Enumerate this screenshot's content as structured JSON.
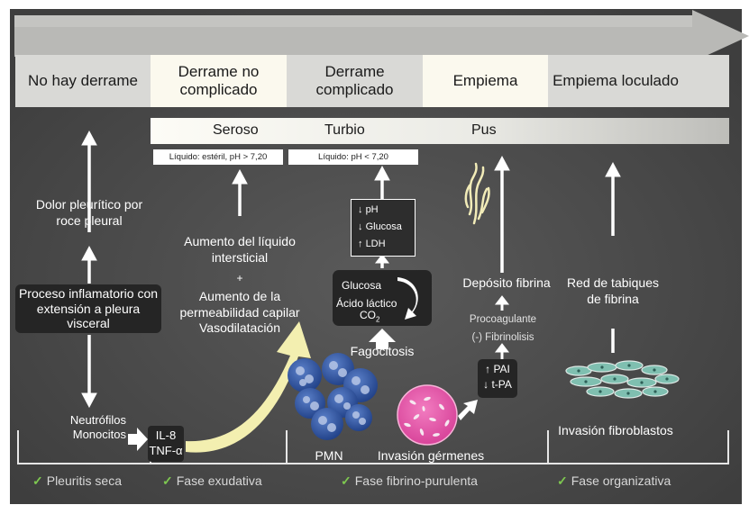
{
  "stages": [
    {
      "label": "No hay derrame"
    },
    {
      "label": "Derrame no complicado"
    },
    {
      "label": "Derrame complicado"
    },
    {
      "label": "Empiema"
    },
    {
      "label": "Empiema loculado"
    }
  ],
  "fluid_types": [
    "Seroso",
    "Turbio",
    "Pus"
  ],
  "fluid_notes": [
    "Líquido: estéril, pH > 7,20",
    "Líquido: pH < 7,20"
  ],
  "col1": {
    "dolor": "Dolor pleurítico por roce pleural",
    "proceso": "Proceso inflamatorio con extensión a pleura visceral",
    "neutrofilos": "Neutrófilos Monocitos"
  },
  "col2": {
    "aumento_liquido": "Aumento del líquido intersticial",
    "plus": "+",
    "aumento_perm": "Aumento de la permeabilidad capilar Vasodilatación",
    "cytokines": [
      "IL-8",
      "TNF-α"
    ]
  },
  "col3": {
    "markers": [
      {
        "arrow": "↓",
        "text": "pH"
      },
      {
        "arrow": "↓",
        "text": "Glucosa"
      },
      {
        "arrow": "↑",
        "text": "LDH"
      }
    ],
    "metab_glucosa": "Glucosa",
    "metab_acido": "Ácido láctico",
    "metab_co2_base": "CO",
    "metab_co2_sub": "2",
    "fagocitosis": "Fagocitosis",
    "pmn": "PMN",
    "invasion_germenes": "Invasión gérmenes"
  },
  "col4": {
    "deposito": "Depósito fibrina",
    "procoagulante": "Procoagulante",
    "fibrinolisis": "(-) Fibrinolisis",
    "pai": [
      {
        "arrow": "↑",
        "text": "PAI"
      },
      {
        "arrow": "↓",
        "text": "t-PA"
      }
    ]
  },
  "col5": {
    "red": "Red de tabiques de fibrina",
    "invasion_fibro": "Invasión fibroblastos"
  },
  "phases": [
    {
      "check": "✓",
      "label": "Pleuritis seca"
    },
    {
      "check": "✓",
      "label": "Fase exudativa"
    },
    {
      "check": "✓",
      "label": "Fase fibrino-purulenta"
    },
    {
      "check": "✓",
      "label": "Fase organizativa"
    }
  ],
  "colors": {
    "background": "#4c4c4c",
    "header_gray": "#d9d9d6",
    "header_light": "#fbf9ee",
    "box_dark": "#252525",
    "yellow_arrow": "#f3efb0",
    "pmn_blue": "#2f55a0",
    "bacteria_pink": "#e25aa8",
    "check_green": "#7ec850"
  },
  "icons": [
    "arrow-up-icon",
    "arrow-down-icon",
    "curved-arrow-icon",
    "check-icon",
    "pmn-cells-icon",
    "bacteria-icon",
    "fibrin-strands-icon",
    "fibroblast-icon"
  ]
}
